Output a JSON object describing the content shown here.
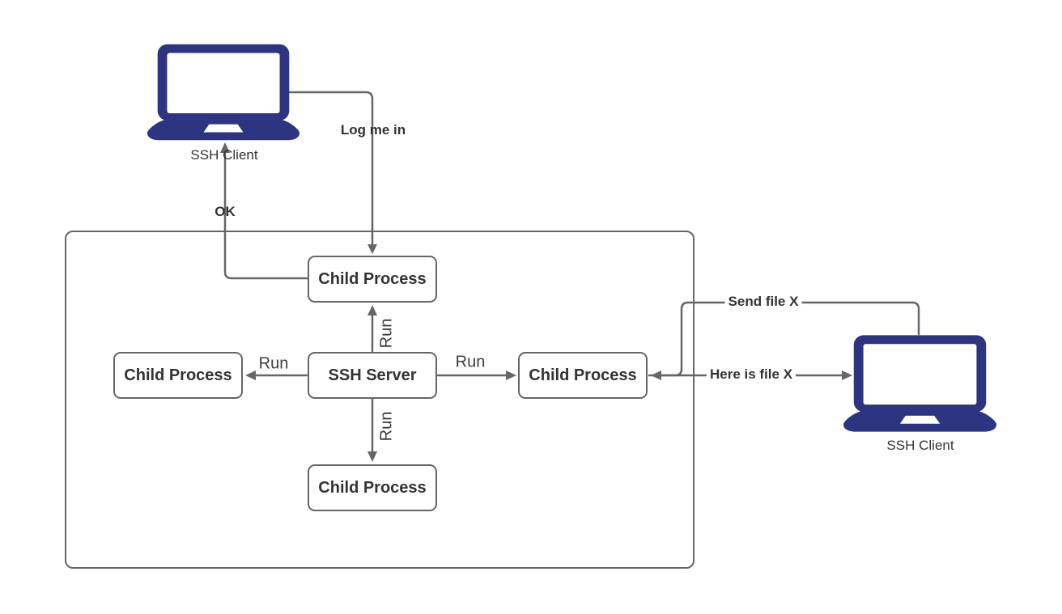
{
  "colors": {
    "laptop": "#2e3580",
    "line": "#666666",
    "box_border": "#666666",
    "text": "#333333"
  },
  "nodes": {
    "client_left": {
      "label": "SSH Client"
    },
    "client_right": {
      "label": "SSH Client"
    },
    "server": {
      "label": "SSH Server"
    },
    "child_top": {
      "label": "Child Process"
    },
    "child_left": {
      "label": "Child Process"
    },
    "child_right": {
      "label": "Child Process"
    },
    "child_bottom": {
      "label": "Child Process"
    }
  },
  "edges": {
    "log_me_in": {
      "label": "Log me in"
    },
    "ok": {
      "label": "OK"
    },
    "run_up": {
      "label": "Run"
    },
    "run_down": {
      "label": "Run"
    },
    "run_left": {
      "label": "Run"
    },
    "run_right": {
      "label": "Run"
    },
    "send_file": {
      "label": "Send file X"
    },
    "here_is_file": {
      "label": "Here is file X"
    }
  }
}
